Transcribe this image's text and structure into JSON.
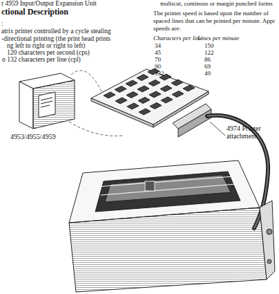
{
  "diagram": {
    "nodes": [
      {
        "text": [
          "4953/4955/4959"
        ]
      },
      {
        "text": [
          "4974 Printer attachment"
        ]
      }
    ],
    "edges": [
      {
        "from": 0,
        "to": 1,
        "arrow": "none"
      }
    ],
    "labels": [
      "r 4959 Input/Output Expansion Unit",
      "ctional Description",
      ":",
      "atrix printer controlled by a cycle stealing",
      "-directional printing (the print head prints",
      "ng left to right or right to left)",
      "120 characters per second (cps)",
      "o 132 characters per line (cpl)",
      "multicut, continous or margin punched forms",
      "The printer speed is based upon the number of",
      "spaced lines that can be printed per minute. Appr",
      "speeds are:",
      "Characters per line",
      "Lines per minute",
      "34",
      "150",
      "45",
      "122",
      "70",
      "86",
      "90",
      "69",
      "132",
      "49"
    ]
  }
}
